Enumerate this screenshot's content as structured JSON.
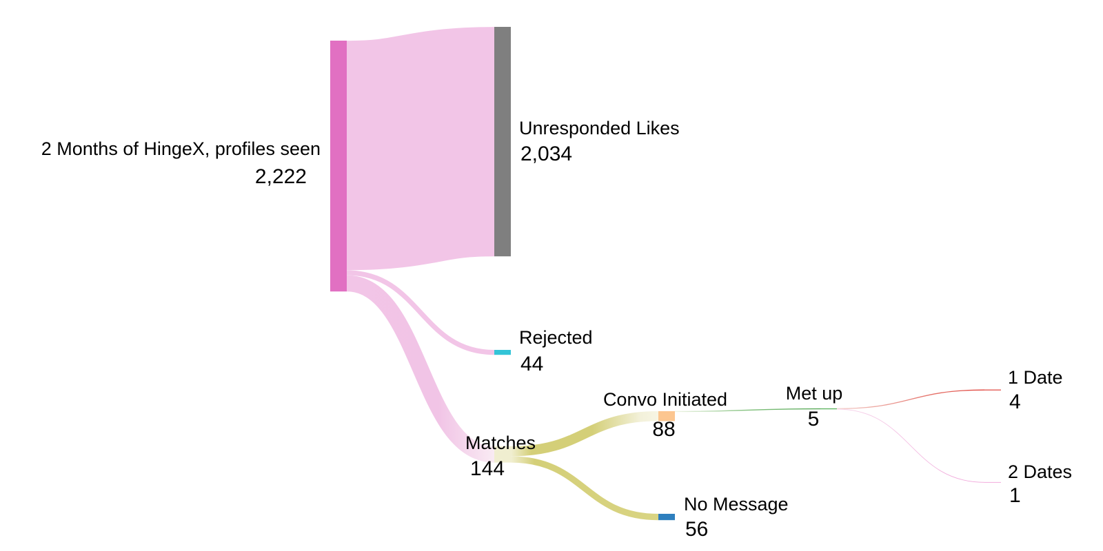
{
  "chart_data": {
    "type": "sankey",
    "title": "",
    "background": "#ffffff",
    "legend": "none",
    "axes": "none",
    "nodes": [
      {
        "id": "profiles_seen",
        "label": "2 Months of HingeX, profiles seen",
        "value": 2222,
        "display_value": "2,222",
        "color": "#e170c2",
        "stage": 0
      },
      {
        "id": "unresponded_likes",
        "label": "Unresponded Likes",
        "value": 2034,
        "display_value": "2,034",
        "color": "#7f7f7f",
        "stage": 1
      },
      {
        "id": "rejected",
        "label": "Rejected",
        "value": 44,
        "display_value": "44",
        "color": "#33c4d7",
        "stage": 1
      },
      {
        "id": "matches",
        "label": "Matches",
        "value": 144,
        "display_value": "144",
        "color": "#f0eed0",
        "stage": 1
      },
      {
        "id": "convo_initiated",
        "label": "Convo Initiated",
        "value": 88,
        "display_value": "88",
        "color": "#fcc690",
        "stage": 2
      },
      {
        "id": "no_message",
        "label": "No Message",
        "value": 56,
        "display_value": "56",
        "color": "#2e7fbe",
        "stage": 2
      },
      {
        "id": "met_up",
        "label": "Met up",
        "value": 5,
        "display_value": "5",
        "color": "#4fae52",
        "stage": 3
      },
      {
        "id": "one_date",
        "label": "1 Date",
        "value": 4,
        "display_value": "4",
        "color": "#e0423a",
        "stage": 4
      },
      {
        "id": "two_dates",
        "label": "2 Dates",
        "value": 1,
        "display_value": "1",
        "color": "#f0a2d9",
        "stage": 4
      }
    ],
    "links": [
      {
        "source": "profiles_seen",
        "target": "unresponded_likes",
        "value": 2034,
        "color": "#f2c5e7"
      },
      {
        "source": "profiles_seen",
        "target": "rejected",
        "value": 44,
        "color": "#f2c5e7"
      },
      {
        "source": "profiles_seen",
        "target": "matches",
        "value": 144,
        "color": "#f2c5e7 fading to pale"
      },
      {
        "source": "matches",
        "target": "convo_initiated",
        "value": 88,
        "color": "pale-olive gradient #d4cf78"
      },
      {
        "source": "matches",
        "target": "no_message",
        "value": 56,
        "color": "pale-olive gradient #d4cf78"
      },
      {
        "source": "convo_initiated",
        "target": "met_up",
        "value": 5,
        "color": "light-to-green gradient #57a957"
      },
      {
        "source": "met_up",
        "target": "one_date",
        "value": 4,
        "color": "pale-to-red gradient #e0423a"
      },
      {
        "source": "met_up",
        "target": "two_dates",
        "value": 1,
        "color": "pale-to-pink gradient #f0a2d9"
      }
    ]
  }
}
